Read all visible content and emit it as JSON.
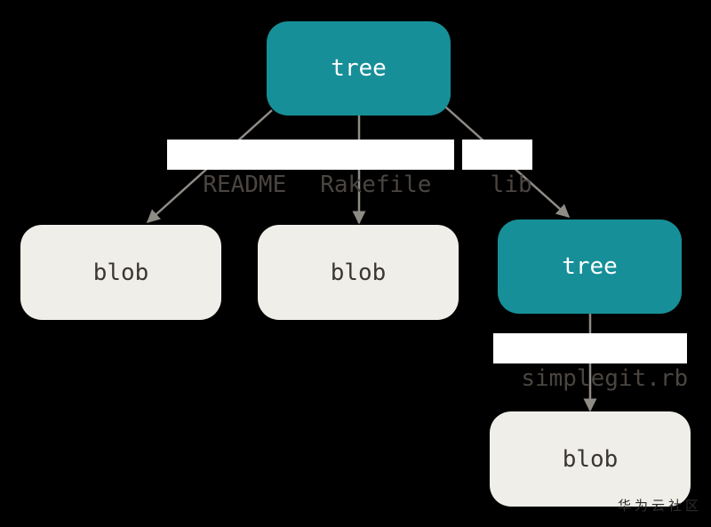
{
  "colors": {
    "tree_fill": "#178f98",
    "blob_fill": "#efeee8",
    "edge": "#8f8b85",
    "background": "#000000"
  },
  "nodes": {
    "root_tree": {
      "label": "tree"
    },
    "readme_blob": {
      "label": "blob"
    },
    "rakefile_blob": {
      "label": "blob"
    },
    "lib_tree": {
      "label": "tree"
    },
    "simplegit_blob": {
      "label": "blob"
    }
  },
  "edges": {
    "readme": {
      "label": "README"
    },
    "rakefile": {
      "label": "Rakefile"
    },
    "lib": {
      "label": "lib"
    },
    "simplegit": {
      "label": "simplegit.rb"
    }
  },
  "watermark": {
    "text": "华为云社区"
  }
}
